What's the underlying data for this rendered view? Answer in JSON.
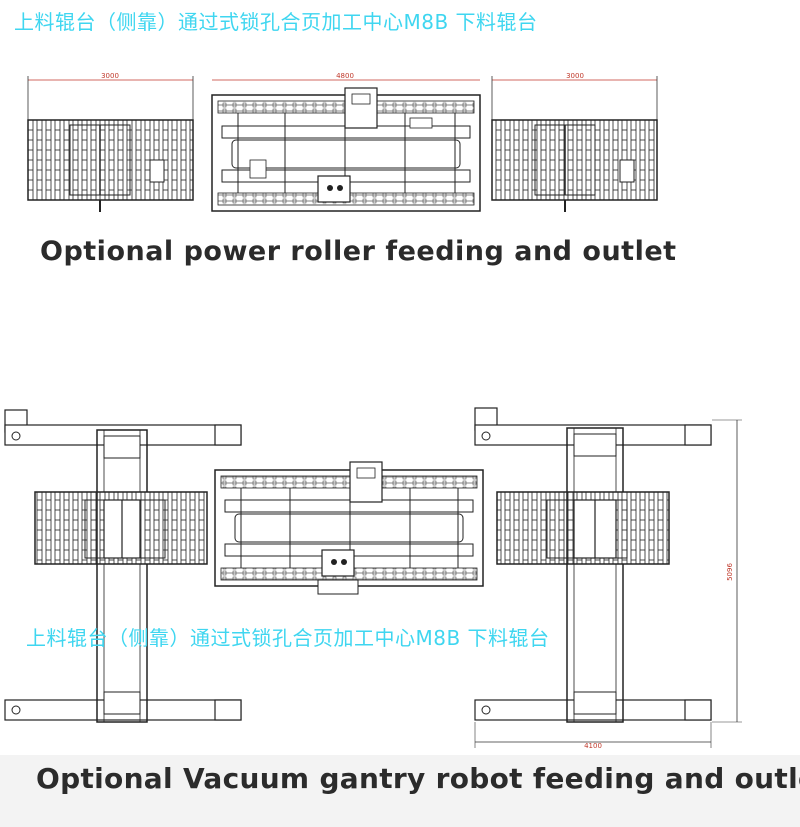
{
  "top": {
    "cn_label": "上料辊台（侧靠）通过式锁孔合页加工中心M8B   下料辊台",
    "caption": "Optional power roller feeding and outlet",
    "dim_left": "3000",
    "dim_center": "4800",
    "dim_right": "3000"
  },
  "bottom": {
    "cn_label": "上料辊台（侧靠）通过式锁孔合页加工中心M8B   下料辊台",
    "caption": "Optional Vacuum gantry robot feeding and outlet",
    "dim_width": "4100",
    "dim_height": "5096"
  },
  "colors": {
    "line": "#333333",
    "label": "#3fd6f0",
    "dimension": "#c0392b"
  }
}
